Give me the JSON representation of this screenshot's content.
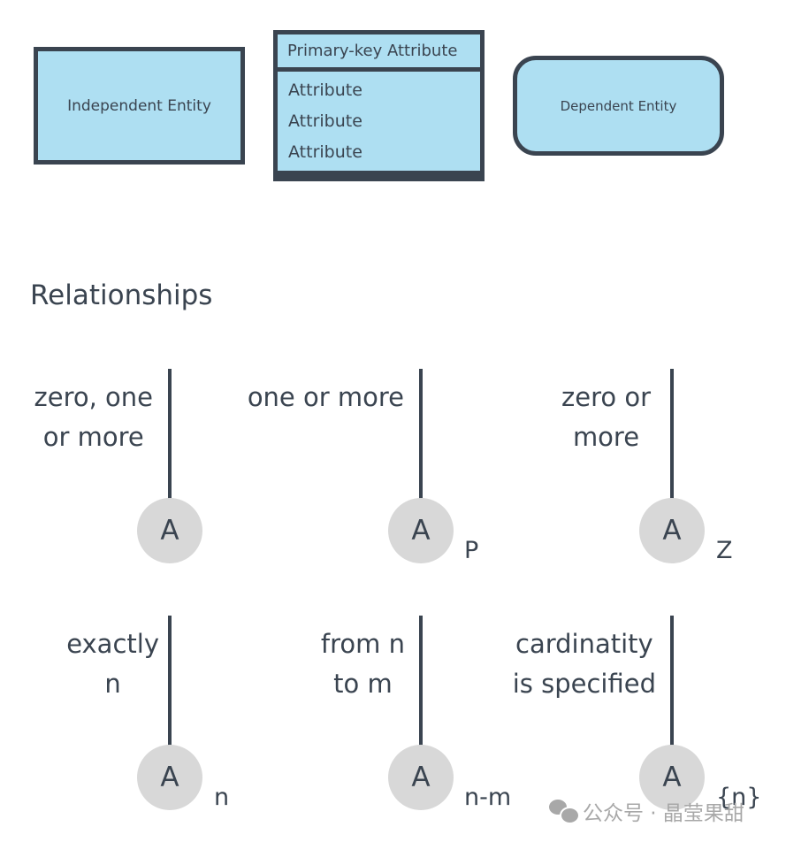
{
  "entities": {
    "independent": {
      "label": "Independent Entity"
    },
    "dependent": {
      "label": "Dependent Entity"
    },
    "attribute_table": {
      "primary_key": "Primary-key Attribute",
      "attributes": [
        "Attribute",
        "Attribute",
        "Attribute"
      ]
    }
  },
  "relationships": {
    "title": "Relationships",
    "items": [
      {
        "lines": [
          "zero, one",
          "or more"
        ],
        "node": "A",
        "symbol": ""
      },
      {
        "lines": [
          "one or more"
        ],
        "node": "A",
        "symbol": "P"
      },
      {
        "lines": [
          "zero or",
          "more"
        ],
        "node": "A",
        "symbol": "Z"
      },
      {
        "lines": [
          "exactly",
          "n"
        ],
        "node": "A",
        "symbol": "n"
      },
      {
        "lines": [
          "from n",
          "to m"
        ],
        "node": "A",
        "symbol": "n-m"
      },
      {
        "lines": [
          "cardinatity",
          "is specified"
        ],
        "node": "A",
        "symbol": "{n}"
      }
    ]
  },
  "watermark": {
    "text": "公众号 · 晶莹果甜",
    "icon": "wechat-icon"
  },
  "colors": {
    "entity_fill": "#aedff2",
    "stroke": "#3a4450",
    "node_fill": "#d8d8d8",
    "watermark": "#a8a8a8"
  }
}
